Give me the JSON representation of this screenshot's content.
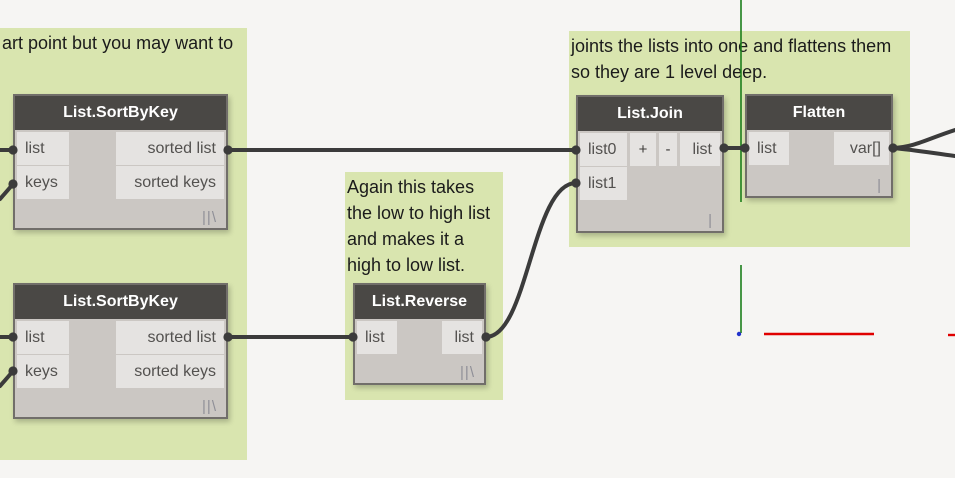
{
  "app": {
    "title": "Dynamo node graph canvas"
  },
  "colors": {
    "canvas_bg": "#f6f5f3",
    "group_green": "#d9e5af",
    "node_header": "#4a4845",
    "node_body": "#cbc7c3",
    "port_bg": "#e5e3e1",
    "wire": "#3b3b3b",
    "axis_green": "#1b7e1b",
    "axis_red": "#e00000",
    "origin_blue": "#2233cc"
  },
  "groups": [
    {
      "name": "left note",
      "lines": [
        "art point but you may want to"
      ]
    },
    {
      "name": "middle note",
      "lines": [
        "Again this takes",
        "the low to high list",
        "and makes it a",
        "high to low list."
      ]
    },
    {
      "name": "right note",
      "lines": [
        "joints the lists into one and flattens them",
        "so they are 1 level deep."
      ]
    }
  ],
  "nodes": [
    {
      "title": "List.SortByKey",
      "inputs": [
        "list",
        "keys"
      ],
      "outputs": [
        "sorted list",
        "sorted keys"
      ],
      "lacing": "||\\"
    },
    {
      "title": "List.SortByKey",
      "inputs": [
        "list",
        "keys"
      ],
      "outputs": [
        "sorted list",
        "sorted keys"
      ],
      "lacing": "||\\"
    },
    {
      "title": "List.Reverse",
      "inputs": [
        "list"
      ],
      "outputs": [
        "list"
      ],
      "lacing": "||\\"
    },
    {
      "title": "List.Join",
      "inputs": [
        "list0",
        "list1"
      ],
      "outputs": [
        "list"
      ],
      "add_button": "+",
      "remove_button": "-",
      "lacing": "|"
    },
    {
      "title": "Flatten",
      "inputs": [
        "list"
      ],
      "outputs": [
        "var[]"
      ],
      "lacing": "|"
    }
  ]
}
